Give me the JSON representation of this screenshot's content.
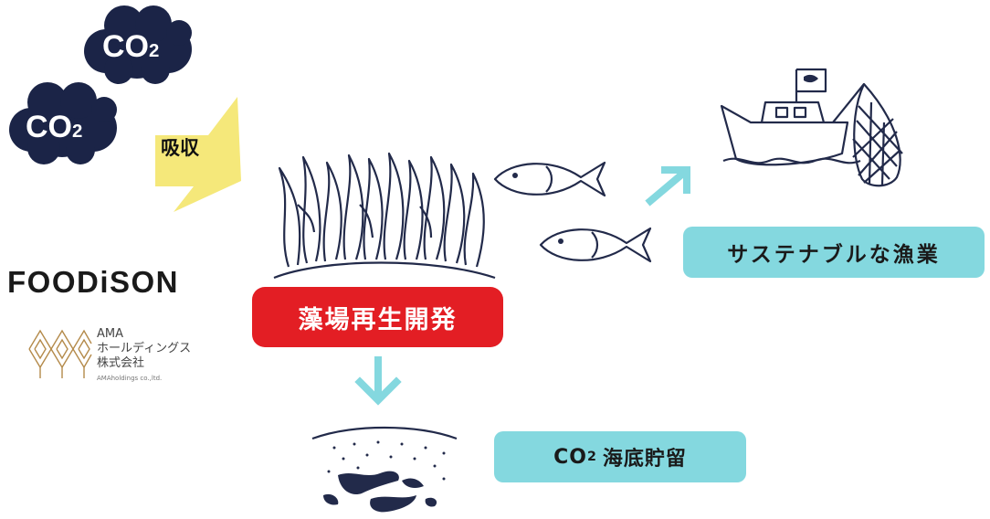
{
  "co2_clouds": [
    {
      "main": "CO",
      "sub": "2"
    },
    {
      "main": "CO",
      "sub": "2"
    }
  ],
  "absorb_label": "吸収",
  "logos": {
    "foodison": "FOODiSON",
    "ama_line1": "AMA",
    "ama_line2": "ホールディングス",
    "ama_line3": "株式会社",
    "ama_small": "AMAholdings co.,ltd."
  },
  "seaweed_label": "藻場再生開発",
  "fishery_label": "サステナブルな漁業",
  "co2_storage": {
    "main": "CO",
    "sub": "2",
    "rest": "海底貯留"
  },
  "colors": {
    "cloud": "#1b2447",
    "arrow_yellow": "#f5e87a",
    "red": "#e31e24",
    "teal": "#84d8df",
    "ink": "#222a4a"
  }
}
